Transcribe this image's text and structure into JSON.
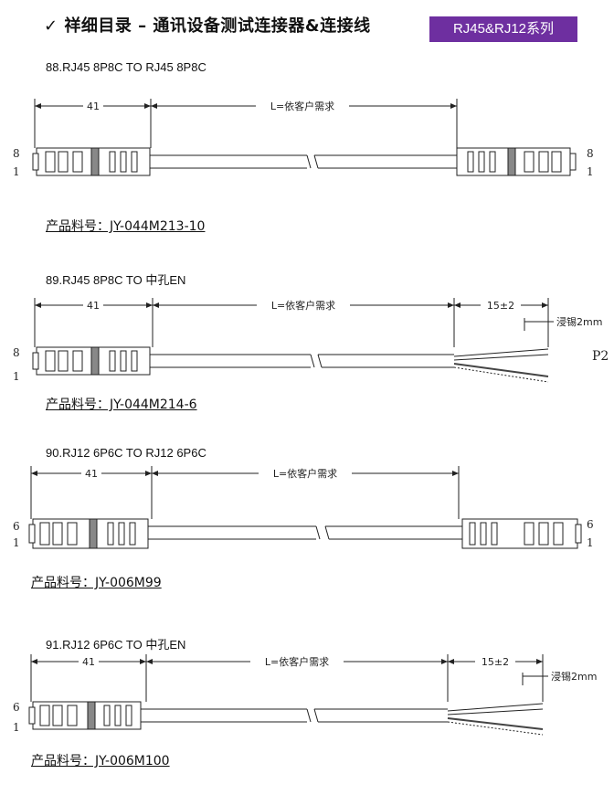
{
  "header": {
    "check_icon": "check-icon",
    "title": "✓  祥细目录 – 通讯设备测试连接器&连接线",
    "badge": "RJ45&RJ12系列",
    "badge_color": "#6e2fa0"
  },
  "sections": [
    {
      "title": "88.RJ45 8P8C TO RJ45 8P8C",
      "dim_connector": "41",
      "dim_length": "L=依客户需求",
      "pin_top_left": "8",
      "pin_bottom_left": "1",
      "pin_top_right": "8",
      "pin_bottom_right": "1",
      "part_no": "产品料号：JY-044M213-10"
    },
    {
      "title": "89.RJ45 8P8C  TO 中孔EN",
      "dim_connector": "41",
      "dim_length": "L=依客户需求",
      "dim_strip": "15±2",
      "tin_label": "浸锡2mm",
      "page_mark": "P2",
      "pin_top_left": "8",
      "pin_bottom_left": "1",
      "part_no": "产品料号：JY-044M214-6"
    },
    {
      "title": "90.RJ12 6P6C TO RJ12 6P6C",
      "dim_connector": "41",
      "dim_length": "L=依客户需求",
      "pin_top_left": "6",
      "pin_bottom_left": "1",
      "pin_top_right": "6",
      "pin_bottom_right": "1",
      "part_no": "产品料号：JY-006M99"
    },
    {
      "title": "91.RJ12 6P6C TO 中孔EN",
      "dim_connector": "41",
      "dim_length": "L=依客户需求",
      "dim_strip": "15±2",
      "tin_label": "浸锡2mm",
      "pin_top_left": "6",
      "pin_bottom_left": "1",
      "part_no": "产品料号：JY-006M100"
    }
  ]
}
